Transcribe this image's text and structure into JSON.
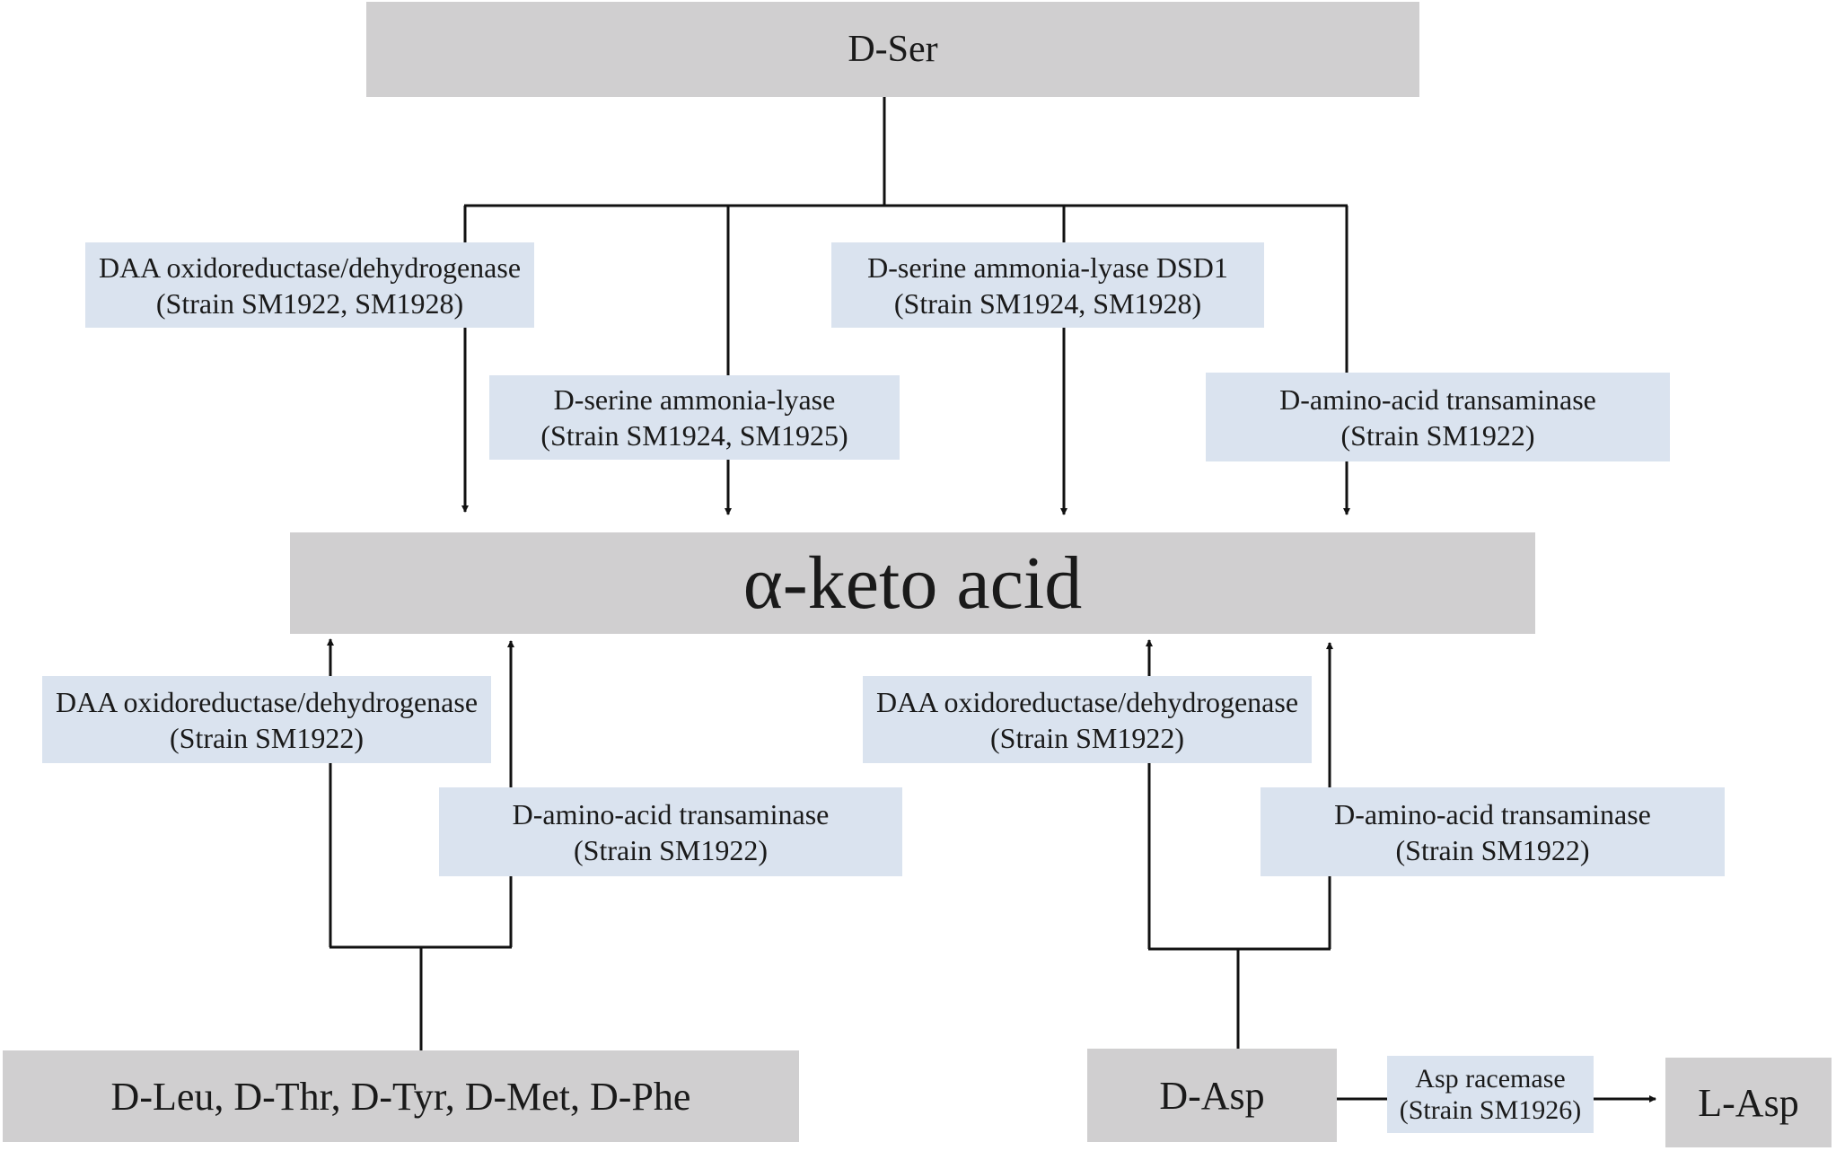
{
  "nodes": {
    "dser": "D-Ser",
    "keto": "α-keto acid",
    "dleu": "D-Leu, D-Thr, D-Tyr, D-Met, D-Phe",
    "dasp": "D-Asp",
    "lasp": "L-Asp"
  },
  "enzymes": {
    "ser_daa": {
      "name": "DAA oxidoreductase/dehydrogenase",
      "strain": "(Strain SM1922, SM1928)"
    },
    "ser_lyase": {
      "name": "D-serine ammonia-lyase",
      "strain": "(Strain SM1924, SM1925)"
    },
    "ser_dsd1": {
      "name": "D-serine ammonia-lyase DSD1",
      "strain": "(Strain SM1924, SM1928)"
    },
    "ser_transaminase": {
      "name": "D-amino-acid transaminase",
      "strain": "(Strain SM1922)"
    },
    "leu_daa": {
      "name": "DAA oxidoreductase/dehydrogenase",
      "strain": "(Strain SM1922)"
    },
    "leu_transaminase": {
      "name": "D-amino-acid transaminase",
      "strain": "(Strain SM1922)"
    },
    "asp_daa": {
      "name": "DAA oxidoreductase/dehydrogenase",
      "strain": "(Strain SM1922)"
    },
    "asp_transaminase": {
      "name": "D-amino-acid transaminase",
      "strain": "(Strain SM1922)"
    },
    "asp_racemase": {
      "name": "Asp racemase",
      "strain": "(Strain SM1926)"
    }
  }
}
